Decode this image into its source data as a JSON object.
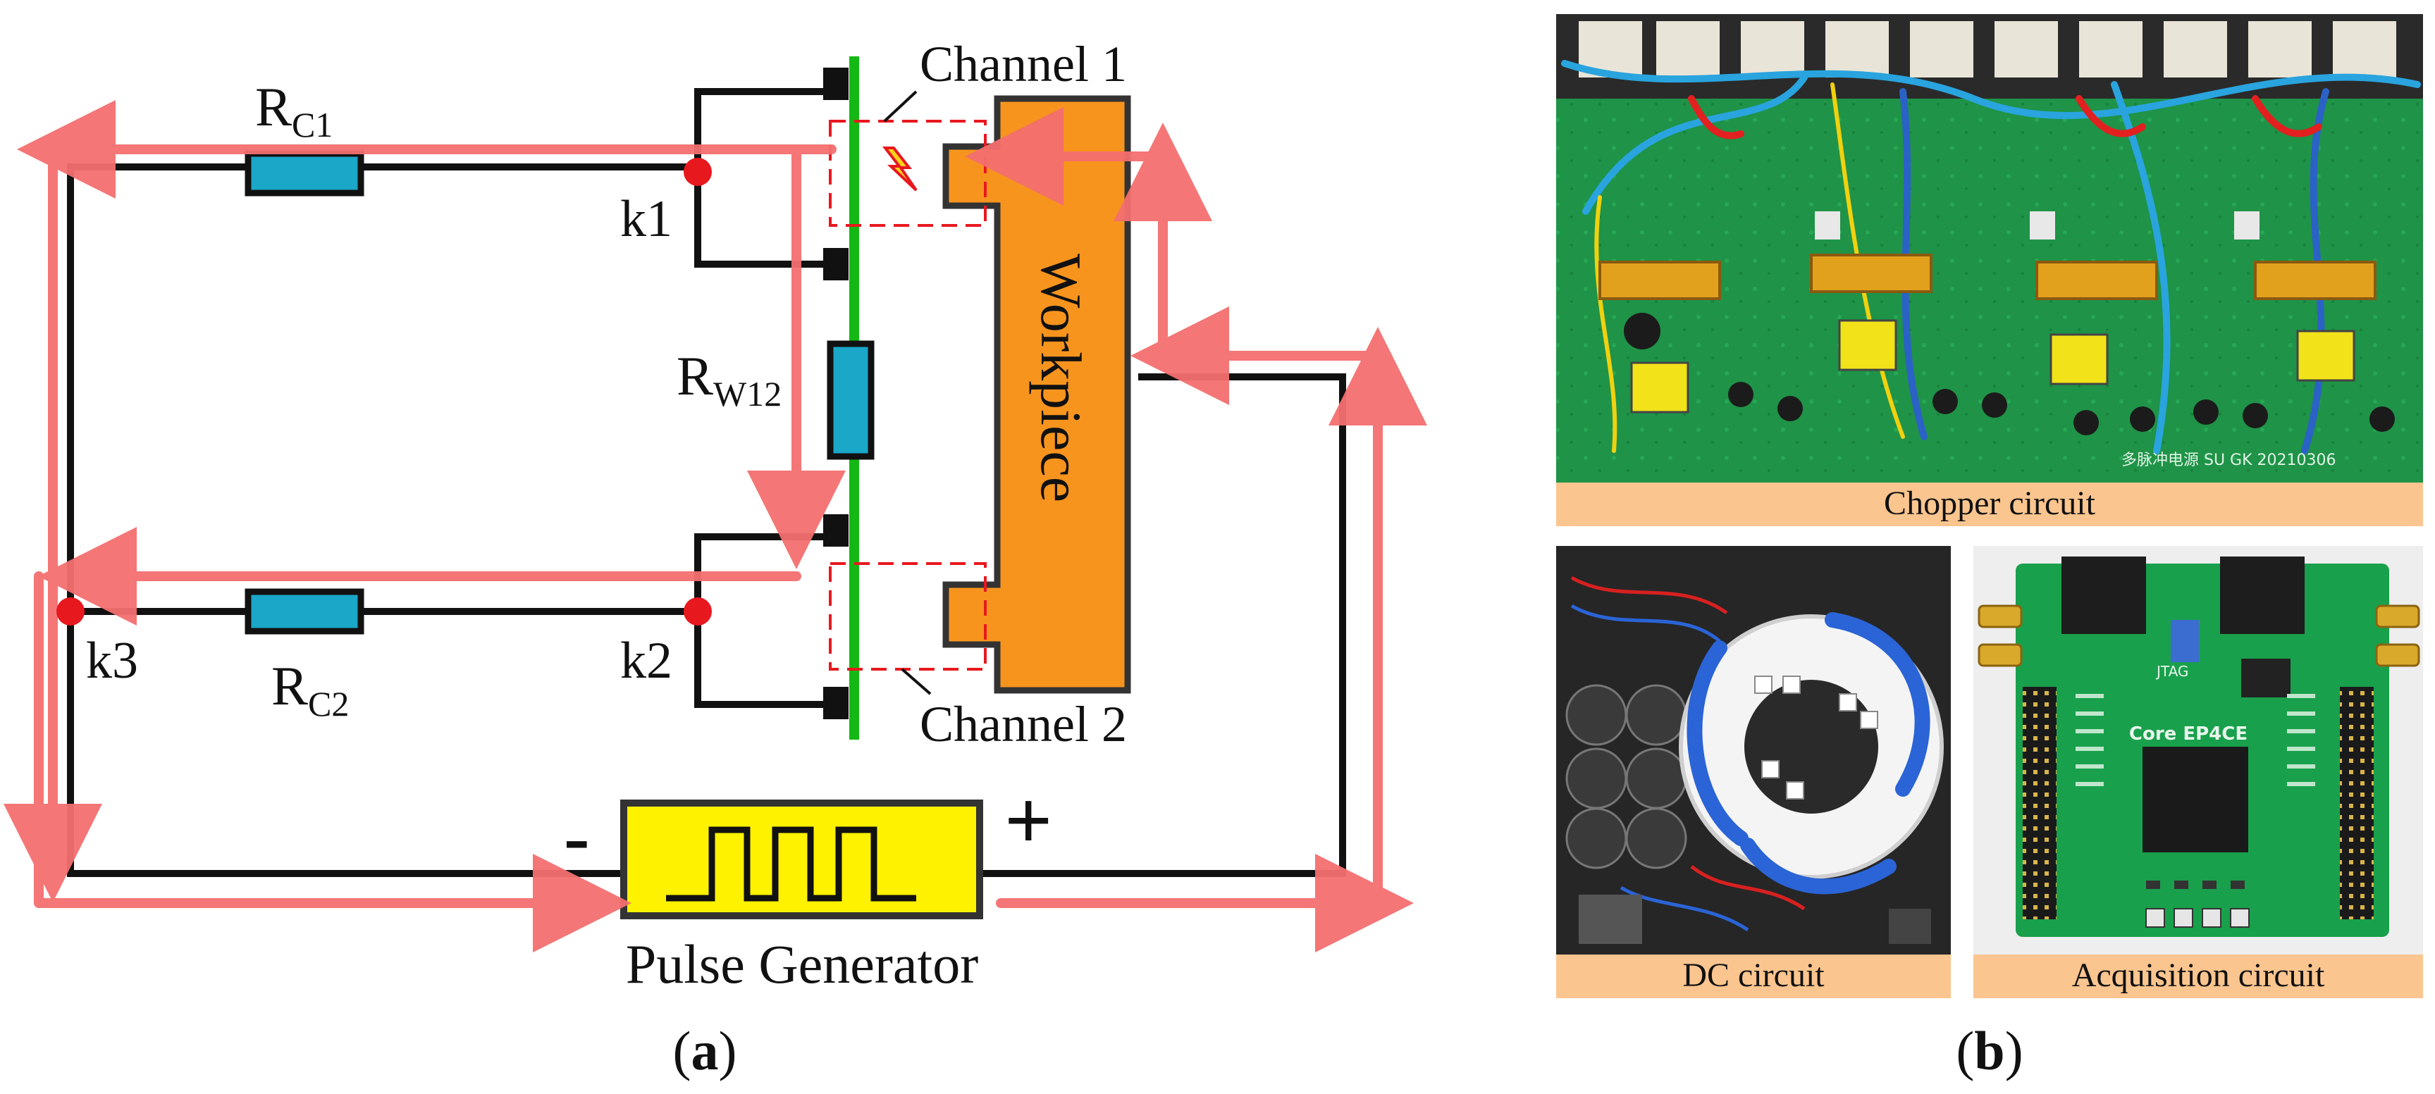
{
  "panel_a": {
    "label_letter": "a",
    "resistor_rc1": {
      "main": "R",
      "sub": "C1"
    },
    "resistor_rc2": {
      "main": "R",
      "sub": "C2"
    },
    "resistor_rw12": {
      "main": "R",
      "sub": "W12"
    },
    "node_k1": "k1",
    "node_k2": "k2",
    "node_k3": "k3",
    "channel_1": "Channel 1",
    "channel_2": "Channel 2",
    "workpiece": "Workpiece",
    "pulse_generator": "Pulse Generator",
    "minus_sign": "-",
    "plus_sign": "+"
  },
  "panel_b": {
    "label_letter": "b",
    "photos": [
      {
        "caption": "Chopper circuit"
      },
      {
        "caption": "DC circuit"
      },
      {
        "caption": "Acquisition circuit"
      }
    ],
    "chopper_silk_text": "多脉冲电源 SU GK 20210306",
    "acquisition_chip_text": "Core EP4CE",
    "acquisition_jtag": "JTAG"
  },
  "colors": {
    "circuit_wire": "#111111",
    "current_arrow": "#f46f6f",
    "resistor": "#1aa7c8",
    "node_dot": "#e8181f",
    "electrode_bar": "#14b814",
    "workpiece": "#f7941e",
    "pulse_generator": "#fff200",
    "caption_bar": "#fbc58f",
    "pcb_green": "#1f9a4a"
  }
}
